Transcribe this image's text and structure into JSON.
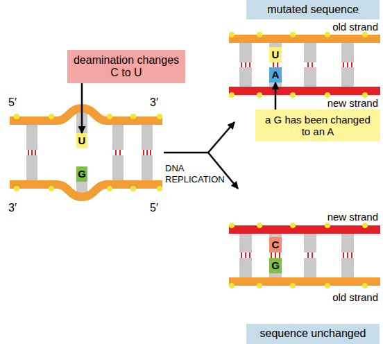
{
  "diagram": {
    "nodes": [
      {
        "text": [
          "deamination changes C to U"
        ]
      },
      {
        "text": [
          "U"
        ]
      },
      {
        "text": [
          "G"
        ]
      },
      {
        "text": [
          "mutated sequence"
        ]
      },
      {
        "text": [
          "U"
        ]
      },
      {
        "text": [
          "A"
        ]
      },
      {
        "text": [
          "a G has been changed to an A"
        ]
      },
      {
        "text": [
          "C"
        ]
      },
      {
        "text": [
          "G"
        ]
      },
      {
        "text": [
          "sequence unchanged"
        ]
      }
    ],
    "edges": [
      {
        "from": 0,
        "to": 1,
        "arrow": "to"
      },
      {
        "from": 6,
        "to": 5,
        "arrow": "to"
      }
    ],
    "labels": [
      "old strand",
      "new strand",
      "5′",
      "3′",
      "DNA REPLICATION",
      "3′",
      "5′",
      "new strand",
      "old strand"
    ]
  }
}
